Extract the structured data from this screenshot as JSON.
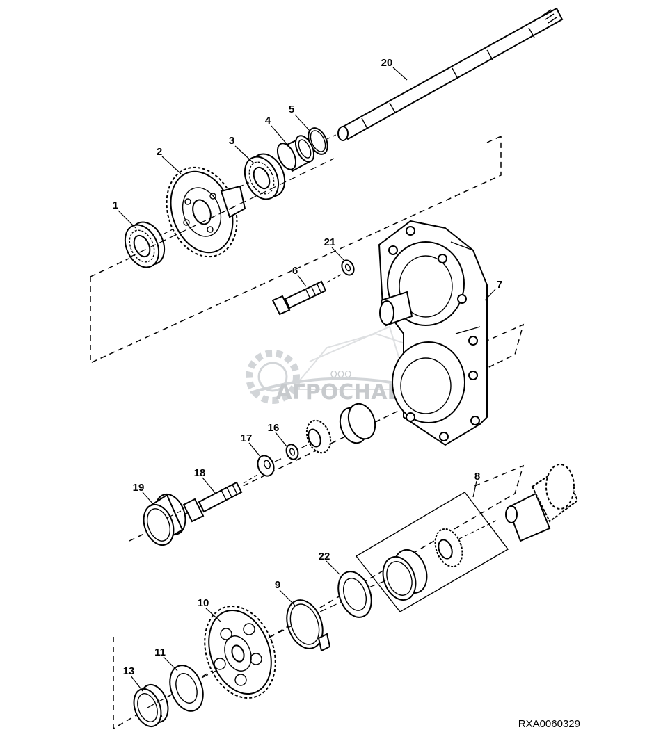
{
  "diagram": {
    "figure_id": "RXA0060329",
    "watermark": {
      "brand": "АГРОСНАБ",
      "prefix": "ООО"
    },
    "callouts": [
      {
        "id": "1",
        "label": "1"
      },
      {
        "id": "2",
        "label": "2"
      },
      {
        "id": "3",
        "label": "3"
      },
      {
        "id": "4",
        "label": "4"
      },
      {
        "id": "5",
        "label": "5"
      },
      {
        "id": "6",
        "label": "6"
      },
      {
        "id": "7",
        "label": "7"
      },
      {
        "id": "8",
        "label": "8"
      },
      {
        "id": "9",
        "label": "9"
      },
      {
        "id": "10",
        "label": "10"
      },
      {
        "id": "11",
        "label": "11"
      },
      {
        "id": "13",
        "label": "13"
      },
      {
        "id": "16",
        "label": "16"
      },
      {
        "id": "17",
        "label": "17"
      },
      {
        "id": "18",
        "label": "18"
      },
      {
        "id": "19",
        "label": "19"
      },
      {
        "id": "20",
        "label": "20"
      },
      {
        "id": "21",
        "label": "21"
      },
      {
        "id": "22",
        "label": "22"
      }
    ]
  }
}
